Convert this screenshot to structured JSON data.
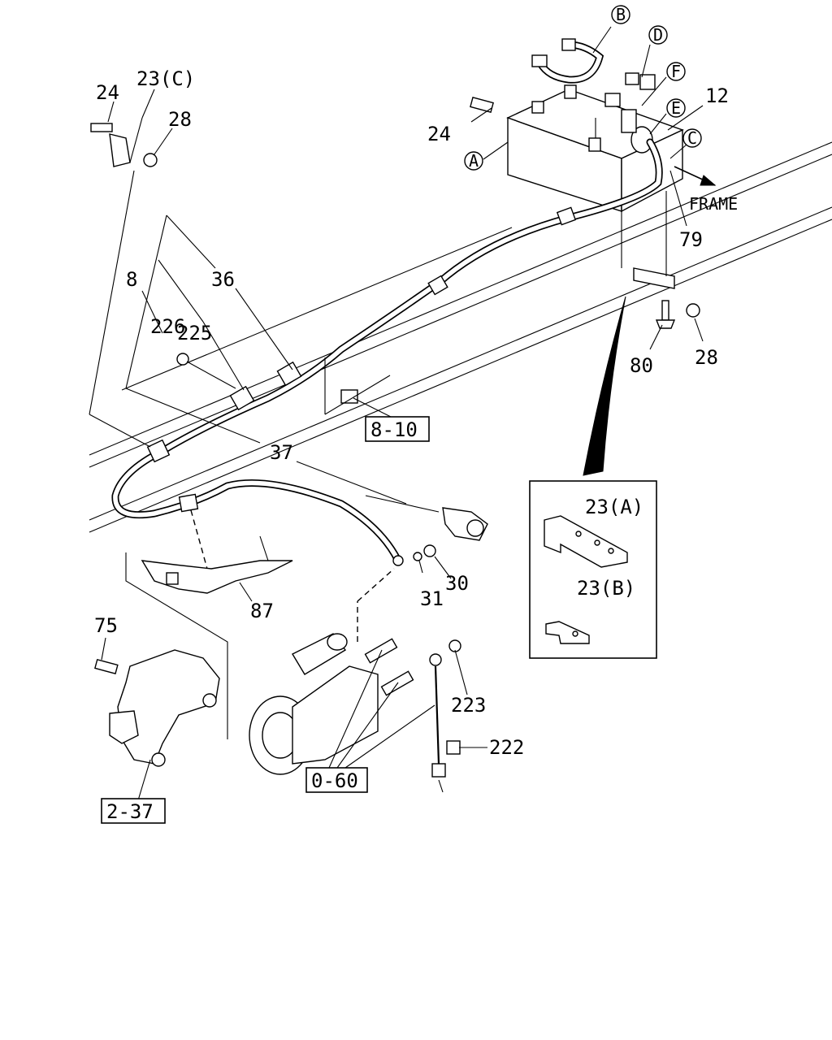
{
  "callouts": {
    "c24a": "24",
    "c23c": "23(C)",
    "c28a": "28",
    "c8": "8",
    "c36": "36",
    "c225": "225",
    "c226": "226",
    "c37": "37",
    "c87": "87",
    "c75": "75",
    "c31": "31",
    "c30": "30",
    "c223": "223",
    "c222": "222",
    "c24b": "24",
    "c12": "12",
    "c79": "79",
    "c80": "80",
    "c28b": "28",
    "c23a": "23(A)",
    "c23b": "23(B)"
  },
  "refs": {
    "r810": "8-10",
    "r060": "0-60",
    "r237": "2-37"
  },
  "circles": {
    "A": "A",
    "B": "B",
    "C": "C",
    "D": "D",
    "E": "E",
    "F": "F"
  },
  "frame_label": "FRAME"
}
